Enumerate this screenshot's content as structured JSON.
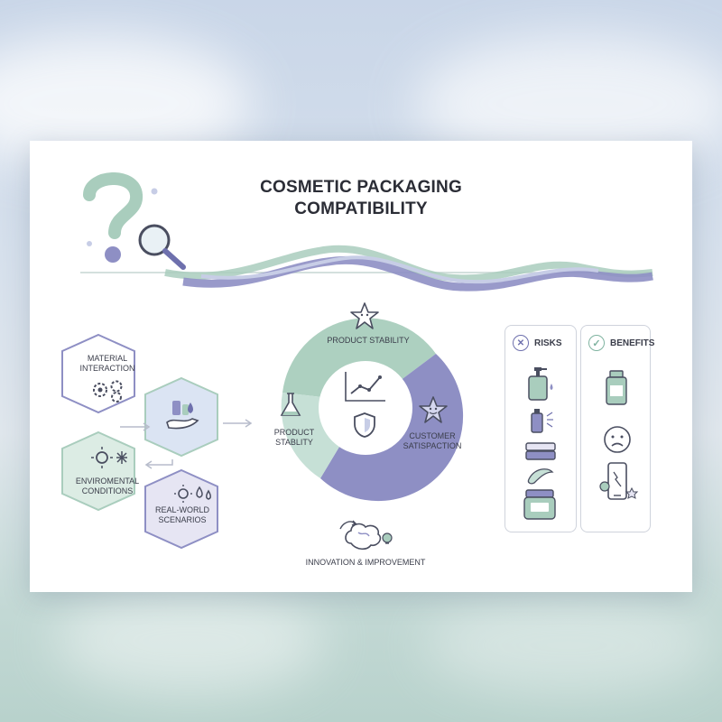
{
  "title_line1": "COSMETIC PACKAGING",
  "title_line2": "COMPATIBILITY",
  "hexagons": {
    "material_interaction": "MATERIAL\nINTERACTION",
    "environmental_conditions": "ENVIROMENTAL\nCONDITIONS",
    "real_world_scenarios": "REAL-WORLD\nSCENARIOS"
  },
  "cycle": {
    "top": "PRODUCT STABILITY",
    "left_line1": "PRODUCT",
    "left_line2": "STABLITY",
    "right_line1": "CUSTOMER",
    "right_line2": "SATISPACTION"
  },
  "innovation": "INNOVATION & IMPROVEMENT",
  "risks": {
    "label": "RISKS"
  },
  "benefits": {
    "label": "BENEFITS"
  },
  "colors": {
    "sage": "#a9cdbd",
    "sage_dark": "#7fb3a0",
    "lavender": "#8e8fc4",
    "lavender_dark": "#6e70ad",
    "ink": "#3a3d4a"
  },
  "icons": [
    "question-mark-icon",
    "magnifier-icon",
    "gears-icon",
    "hand-with-products-icon",
    "sun-snowflake-icon",
    "sun-drops-icon",
    "flask-icon",
    "line-chart-icon",
    "shield-icon",
    "star-face-icon",
    "brain-lightbulb-icon",
    "pump-bottle-icon",
    "spray-bottle-icon",
    "compact-icon",
    "cream-smear-icon",
    "jar-icon",
    "bottle-icon",
    "sad-face-icon",
    "phone-icon"
  ]
}
